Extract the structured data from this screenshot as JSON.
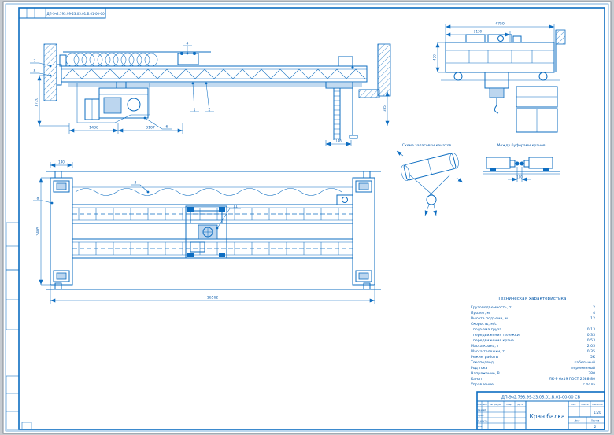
{
  "page": {
    "corner_stamp": "ДП-Эч2.793.99-23.05.01.Б.01-00-00",
    "labels": {
      "reeving": "Схема запасовки канатов",
      "buffer": "Между буферами кранов"
    },
    "callouts": [
      "7",
      "8",
      "4",
      "1",
      "2",
      "6",
      "8",
      "3",
      "11"
    ],
    "dims": {
      "front_w1": "1486",
      "front_w2": "3107",
      "front_h1": "1720",
      "front_w3": "146",
      "front_h2": "335",
      "end_w1": "4750",
      "end_w2": "2130",
      "end_h1": "420",
      "plan_w1": "16562",
      "plan_w2": "140",
      "plan_h1": "3405",
      "buffer_w1": "100"
    },
    "tech": {
      "title": "Техническая характеристика",
      "rows": [
        {
          "name": "Грузоподъемность, т",
          "value": "2"
        },
        {
          "name": "Пролет, м",
          "value": "4"
        },
        {
          "name": "Высота подъема, м",
          "value": "12"
        },
        {
          "name": "Скорость, м/с:",
          "value": ""
        },
        {
          "name": "  подъема груза",
          "value": "0,13"
        },
        {
          "name": "  передвижения тележки",
          "value": "0,33"
        },
        {
          "name": "  передвижения крана",
          "value": "0,53"
        },
        {
          "name": "Масса крана, т",
          "value": "2,05"
        },
        {
          "name": "Масса тележки, т",
          "value": "0,35"
        },
        {
          "name": "Режим работы",
          "value": "5К"
        },
        {
          "name": "Токоподвод",
          "value": "кабельный"
        },
        {
          "name": "Род тока",
          "value": "переменный"
        },
        {
          "name": "Напряжение, В",
          "value": "380"
        },
        {
          "name": "Канат",
          "value": "ЛК-Р 6х19 ГОСТ 2688-80"
        },
        {
          "name": "Управление",
          "value": "с пола"
        }
      ]
    },
    "title_block": {
      "designation": "ДП-Эч2.793.99-23.05.01.Б.01-00-00 СБ",
      "doc_title": "Кран балка",
      "col_izm": "Изм.",
      "col_list": "Лист",
      "col_doc": "№ докум.",
      "col_sign": "Подп.",
      "col_date": "Дата",
      "row_razrab": "Разраб.",
      "row_prov": "Пров.",
      "row_nkontr": "Н.контр.",
      "row_utv": "Утв.",
      "lit": "Лит.",
      "massa": "Масса",
      "masshtab": "Масштаб",
      "scale": "1:20",
      "list_label": "Лист",
      "listov_label": "Листов",
      "listov_value": "2"
    }
  }
}
